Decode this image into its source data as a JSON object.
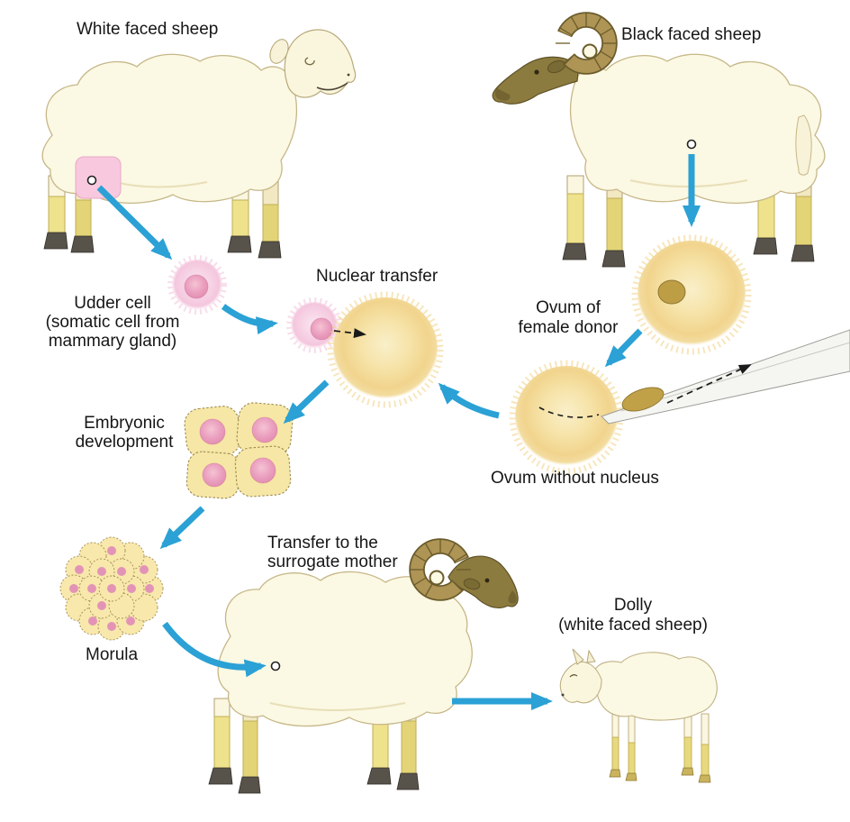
{
  "labels": {
    "white_faced_sheep": "White faced sheep",
    "black_faced_sheep": "Black faced sheep",
    "udder_cell": [
      "Udder cell",
      "(somatic cell from",
      "mammary gland)"
    ],
    "nuclear_transfer": "Nuclear transfer",
    "ovum_donor": [
      "Ovum of",
      "female donor"
    ],
    "ovum_without_nucleus": "Ovum without nucleus",
    "embryonic_development": [
      "Embryonic",
      "development"
    ],
    "morula": "Morula",
    "transfer_surrogate": [
      "Transfer to the",
      "surrogate mother"
    ],
    "dolly": [
      "Dolly",
      "(white faced sheep)"
    ]
  },
  "colors": {
    "background": "#ffffff",
    "arrow_blue": "#2BA1D5",
    "sheep_cream": "#FBF8E3",
    "sheep_outline": "#C6B788",
    "leg_yellow": "#EFE28C",
    "hoof_gray": "#57534B",
    "dark_face_olive": "#8C7B3E",
    "horn_tan": "#AE9455",
    "udder_patch_pink": "#F8C9DE",
    "cell_pink": "#F7D4E6",
    "nucleus_pink": "#E697BB",
    "ovum_yellow": "#F4DC95",
    "donor_nucleus_olive": "#BD9E44",
    "embryo_yellow": "#F7E7A6",
    "text": "#161616"
  }
}
